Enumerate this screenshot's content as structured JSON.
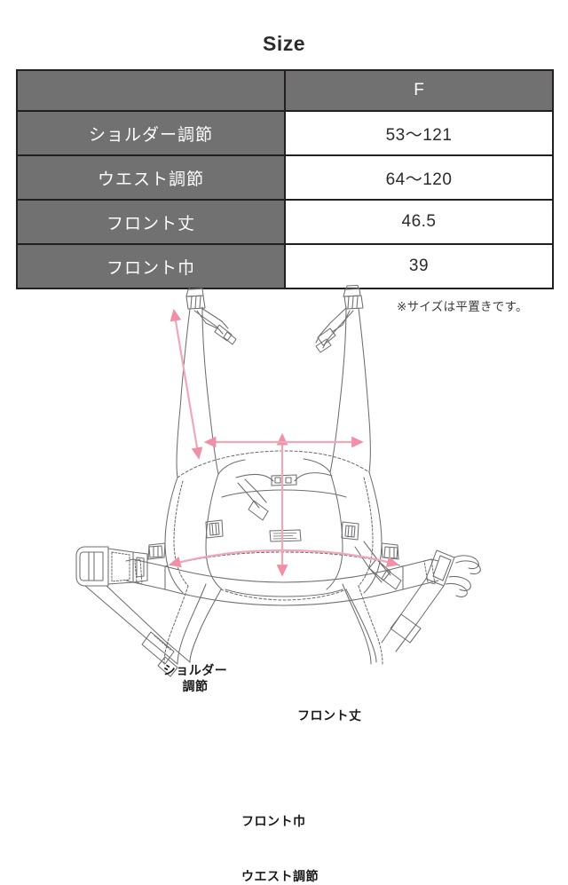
{
  "page": {
    "title": "Size"
  },
  "table": {
    "header": {
      "blank": "",
      "size_column": "F"
    },
    "rows": [
      {
        "label": "ショルダー調節",
        "value": "53〜121"
      },
      {
        "label": "ウエスト調節",
        "value": "64〜120"
      },
      {
        "label": "フロント丈",
        "value": "46.5"
      },
      {
        "label": "フロント巾",
        "value": "39"
      }
    ]
  },
  "note": {
    "flat_measure": "※サイズは平置きです。"
  },
  "diagram": {
    "labels": {
      "shoulder_line1": "ショルダー",
      "shoulder_line2": "調節",
      "front_length": "フロント丈",
      "front_width": "フロント巾",
      "waist": "ウエスト調節"
    },
    "alt": "baby carrier measurement diagram"
  },
  "colors": {
    "header_gray": "#717171",
    "border_dark": "#231f20",
    "arrow_pink": "#f2a7b8",
    "line_gray": "#58585b",
    "text_dark": "#231f20"
  }
}
